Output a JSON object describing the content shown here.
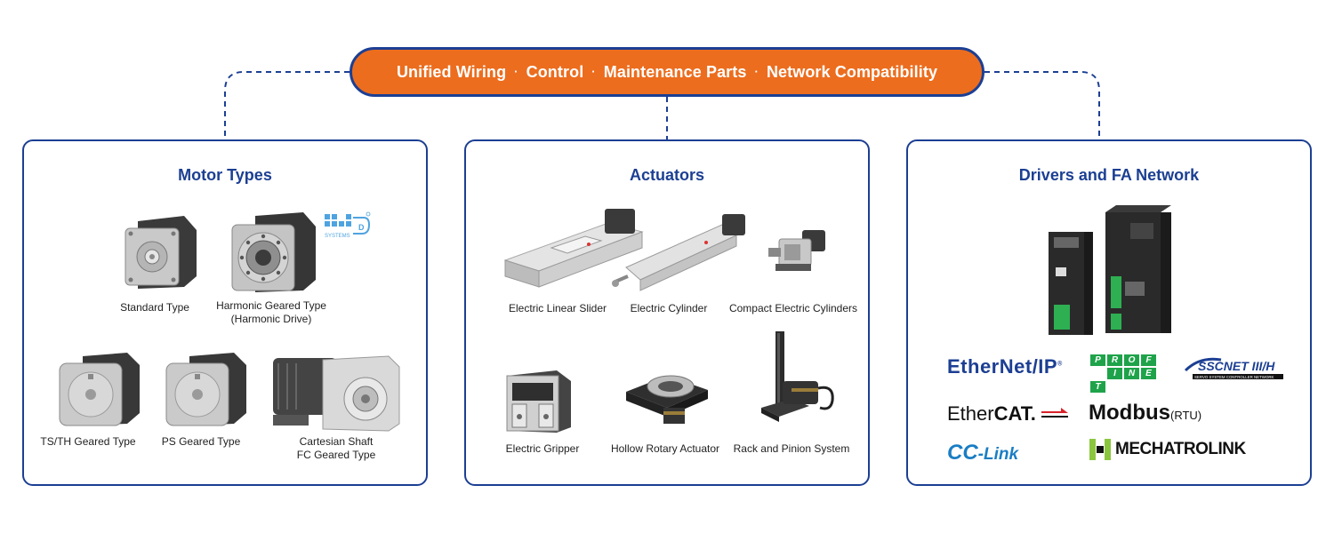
{
  "banner": {
    "items": [
      "Unified Wiring",
      "Control",
      "Maintenance Parts",
      "Network Compatibility"
    ],
    "separator": "·"
  },
  "colors": {
    "accent_orange": "#ec6d1e",
    "brand_navy": "#1c3f93",
    "connector_dash": "#1c3f93"
  },
  "panels": {
    "motors": {
      "title": "Motor Types",
      "badge_text": "SYSTEMS",
      "items": [
        {
          "label": "Standard Type",
          "icon": "stepper-motor-icon"
        },
        {
          "label": "Harmonic Geared Type\n(Harmonic Drive)",
          "icon": "harmonic-geared-motor-icon"
        },
        {
          "label": "TS/TH Geared Type",
          "icon": "geared-motor-icon"
        },
        {
          "label": "PS Geared Type",
          "icon": "geared-motor-icon"
        },
        {
          "label": "Cartesian Shaft\nFC Geared Type",
          "icon": "cartesian-geared-motor-icon"
        }
      ]
    },
    "actuators": {
      "title": "Actuators",
      "items": [
        {
          "label": "Electric Linear Slider",
          "icon": "linear-slider-icon"
        },
        {
          "label": "Electric Cylinder",
          "icon": "electric-cylinder-icon"
        },
        {
          "label": "Compact Electric Cylinders",
          "icon": "compact-cylinder-icon"
        },
        {
          "label": "Electric Gripper",
          "icon": "gripper-icon"
        },
        {
          "label": "Hollow Rotary Actuator",
          "icon": "rotary-actuator-icon"
        },
        {
          "label": "Rack and Pinion System",
          "icon": "rack-pinion-icon"
        }
      ]
    },
    "drivers": {
      "title": "Drivers and FA Network",
      "logos": {
        "ethernetip": {
          "a": "Ether",
          "b": "Net/IP",
          "reg": "®"
        },
        "profinet": {
          "row1": [
            "P",
            "R",
            "O",
            "F",
            "I"
          ],
          "row2": [
            "N",
            "E",
            "T"
          ]
        },
        "sscnet": {
          "main": "SSCNET III/H",
          "sub": "SERVO SYSTEM CONTROLLER NETWORK"
        },
        "ethercat": {
          "a": "Ether",
          "b": "CAT."
        },
        "modbus": {
          "main": "Modbus",
          "suffix": "(RTU)"
        },
        "cclink": {
          "a": "CC",
          "b": "-Link"
        },
        "mechatrolink": {
          "main": "MECHATROLINK"
        }
      }
    }
  }
}
